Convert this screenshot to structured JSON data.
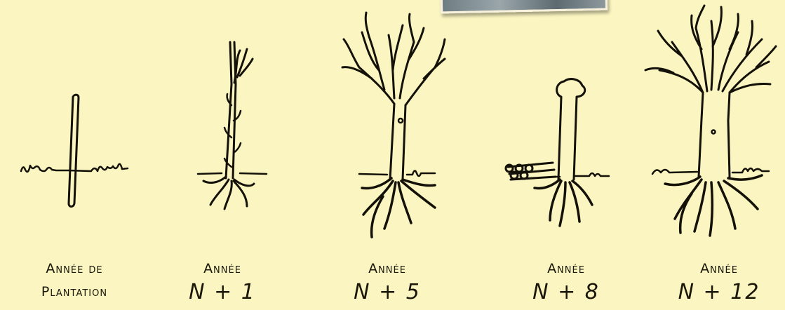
{
  "stages": [
    {
      "line1": "Année de",
      "line2": "Plantation"
    },
    {
      "line1": "Année",
      "line2": "N + 1"
    },
    {
      "line1": "Année",
      "line2": "N + 5"
    },
    {
      "line1": "Année",
      "line2": "N + 8"
    },
    {
      "line1": "Année",
      "line2": "N + 12"
    }
  ],
  "colors": {
    "background": "#fbf5c1",
    "ink": "#141208"
  }
}
